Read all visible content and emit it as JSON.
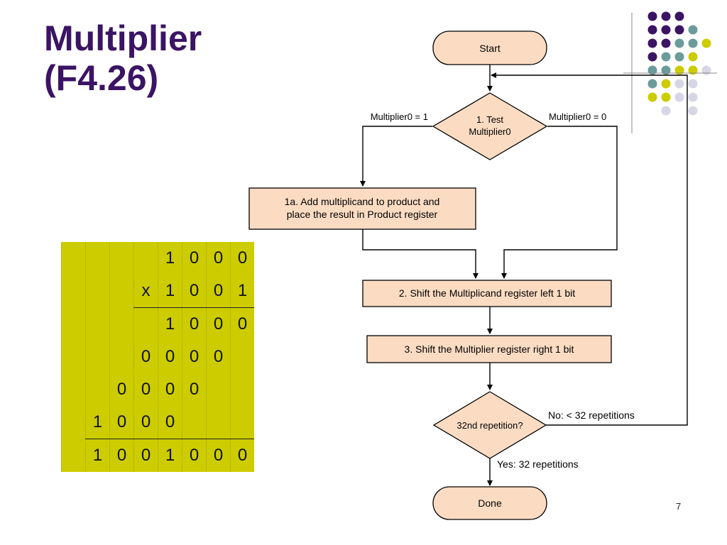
{
  "slide": {
    "title_line1": "Multiplier",
    "title_line2": "(F4.26)",
    "page_number": "7"
  },
  "colors": {
    "title": "#3b1464",
    "table_bg": "#cccc00",
    "box_fill": "#fbdcc3",
    "dot_purple": "#3b1464",
    "dot_teal": "#6b9b9b",
    "dot_yellow": "#cccc00",
    "dot_lavender": "#d6d6e6"
  },
  "flowchart": {
    "start": "Start",
    "test_line1": "1. Test",
    "test_line2": "Multiplier0",
    "branch_left": "Multiplier0 = 1",
    "branch_right": "Multiplier0 = 0",
    "step1a_line1": "1a. Add multiplicand to product and",
    "step1a_line2": "place the result in Product register",
    "step2": "2. Shift the Multiplicand register left 1 bit",
    "step3": "3. Shift the Multiplier register right 1 bit",
    "repeat_test": "32nd repetition?",
    "no_label": "No:  < 32 repetitions",
    "yes_label": "Yes:  32 repetitions",
    "done": "Done"
  },
  "multiplication": {
    "rows": [
      [
        "",
        "",
        "",
        "",
        "1",
        "0",
        "0",
        "0"
      ],
      [
        "",
        "",
        "",
        "x",
        "1",
        "0",
        "0",
        "1"
      ],
      [
        "",
        "",
        "",
        "",
        "1",
        "0",
        "0",
        "0"
      ],
      [
        "",
        "",
        "",
        "0",
        "0",
        "0",
        "0",
        ""
      ],
      [
        "",
        "",
        "0",
        "0",
        "0",
        "0",
        "",
        ""
      ],
      [
        "",
        "1",
        "0",
        "0",
        "0",
        "",
        "",
        ""
      ],
      [
        "",
        "1",
        "0",
        "0",
        "1",
        "0",
        "0",
        "0"
      ]
    ]
  }
}
